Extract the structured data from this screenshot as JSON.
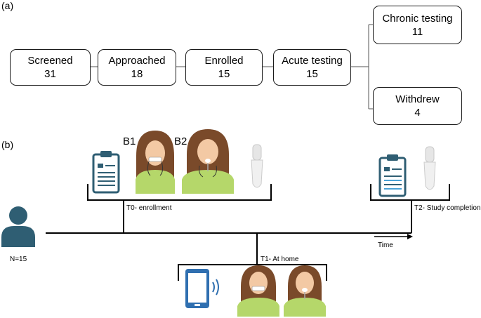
{
  "panel_a": {
    "label": "(a)",
    "flow": [
      {
        "name": "Screened",
        "count": "31"
      },
      {
        "name": "Approached",
        "count": "18"
      },
      {
        "name": "Enrolled",
        "count": "15"
      },
      {
        "name": "Acute testing",
        "count": "15"
      }
    ],
    "branches": [
      {
        "name": "Chronic testing",
        "count": "11"
      },
      {
        "name": "Withdrew",
        "count": "4"
      }
    ]
  },
  "panel_b": {
    "label": "(b)",
    "participants": "N=15",
    "b1": "B1",
    "b2": "B2",
    "t0": "T0- enrollment",
    "t1": "T1- At home",
    "t2": "T2- Study completion",
    "time": "Time"
  },
  "colors": {
    "person": "#2f5e73",
    "clipboard": "#2f5e73",
    "shirt": "#b5d76a",
    "hair": "#7a4a2a",
    "skin": "#f3c9a4",
    "phone": "#2f6fb0",
    "line": "#000000"
  },
  "icons": [
    "person-icon",
    "clipboard-icon",
    "woman-icon",
    "ultrasound-probe-icon",
    "phone-icon"
  ]
}
